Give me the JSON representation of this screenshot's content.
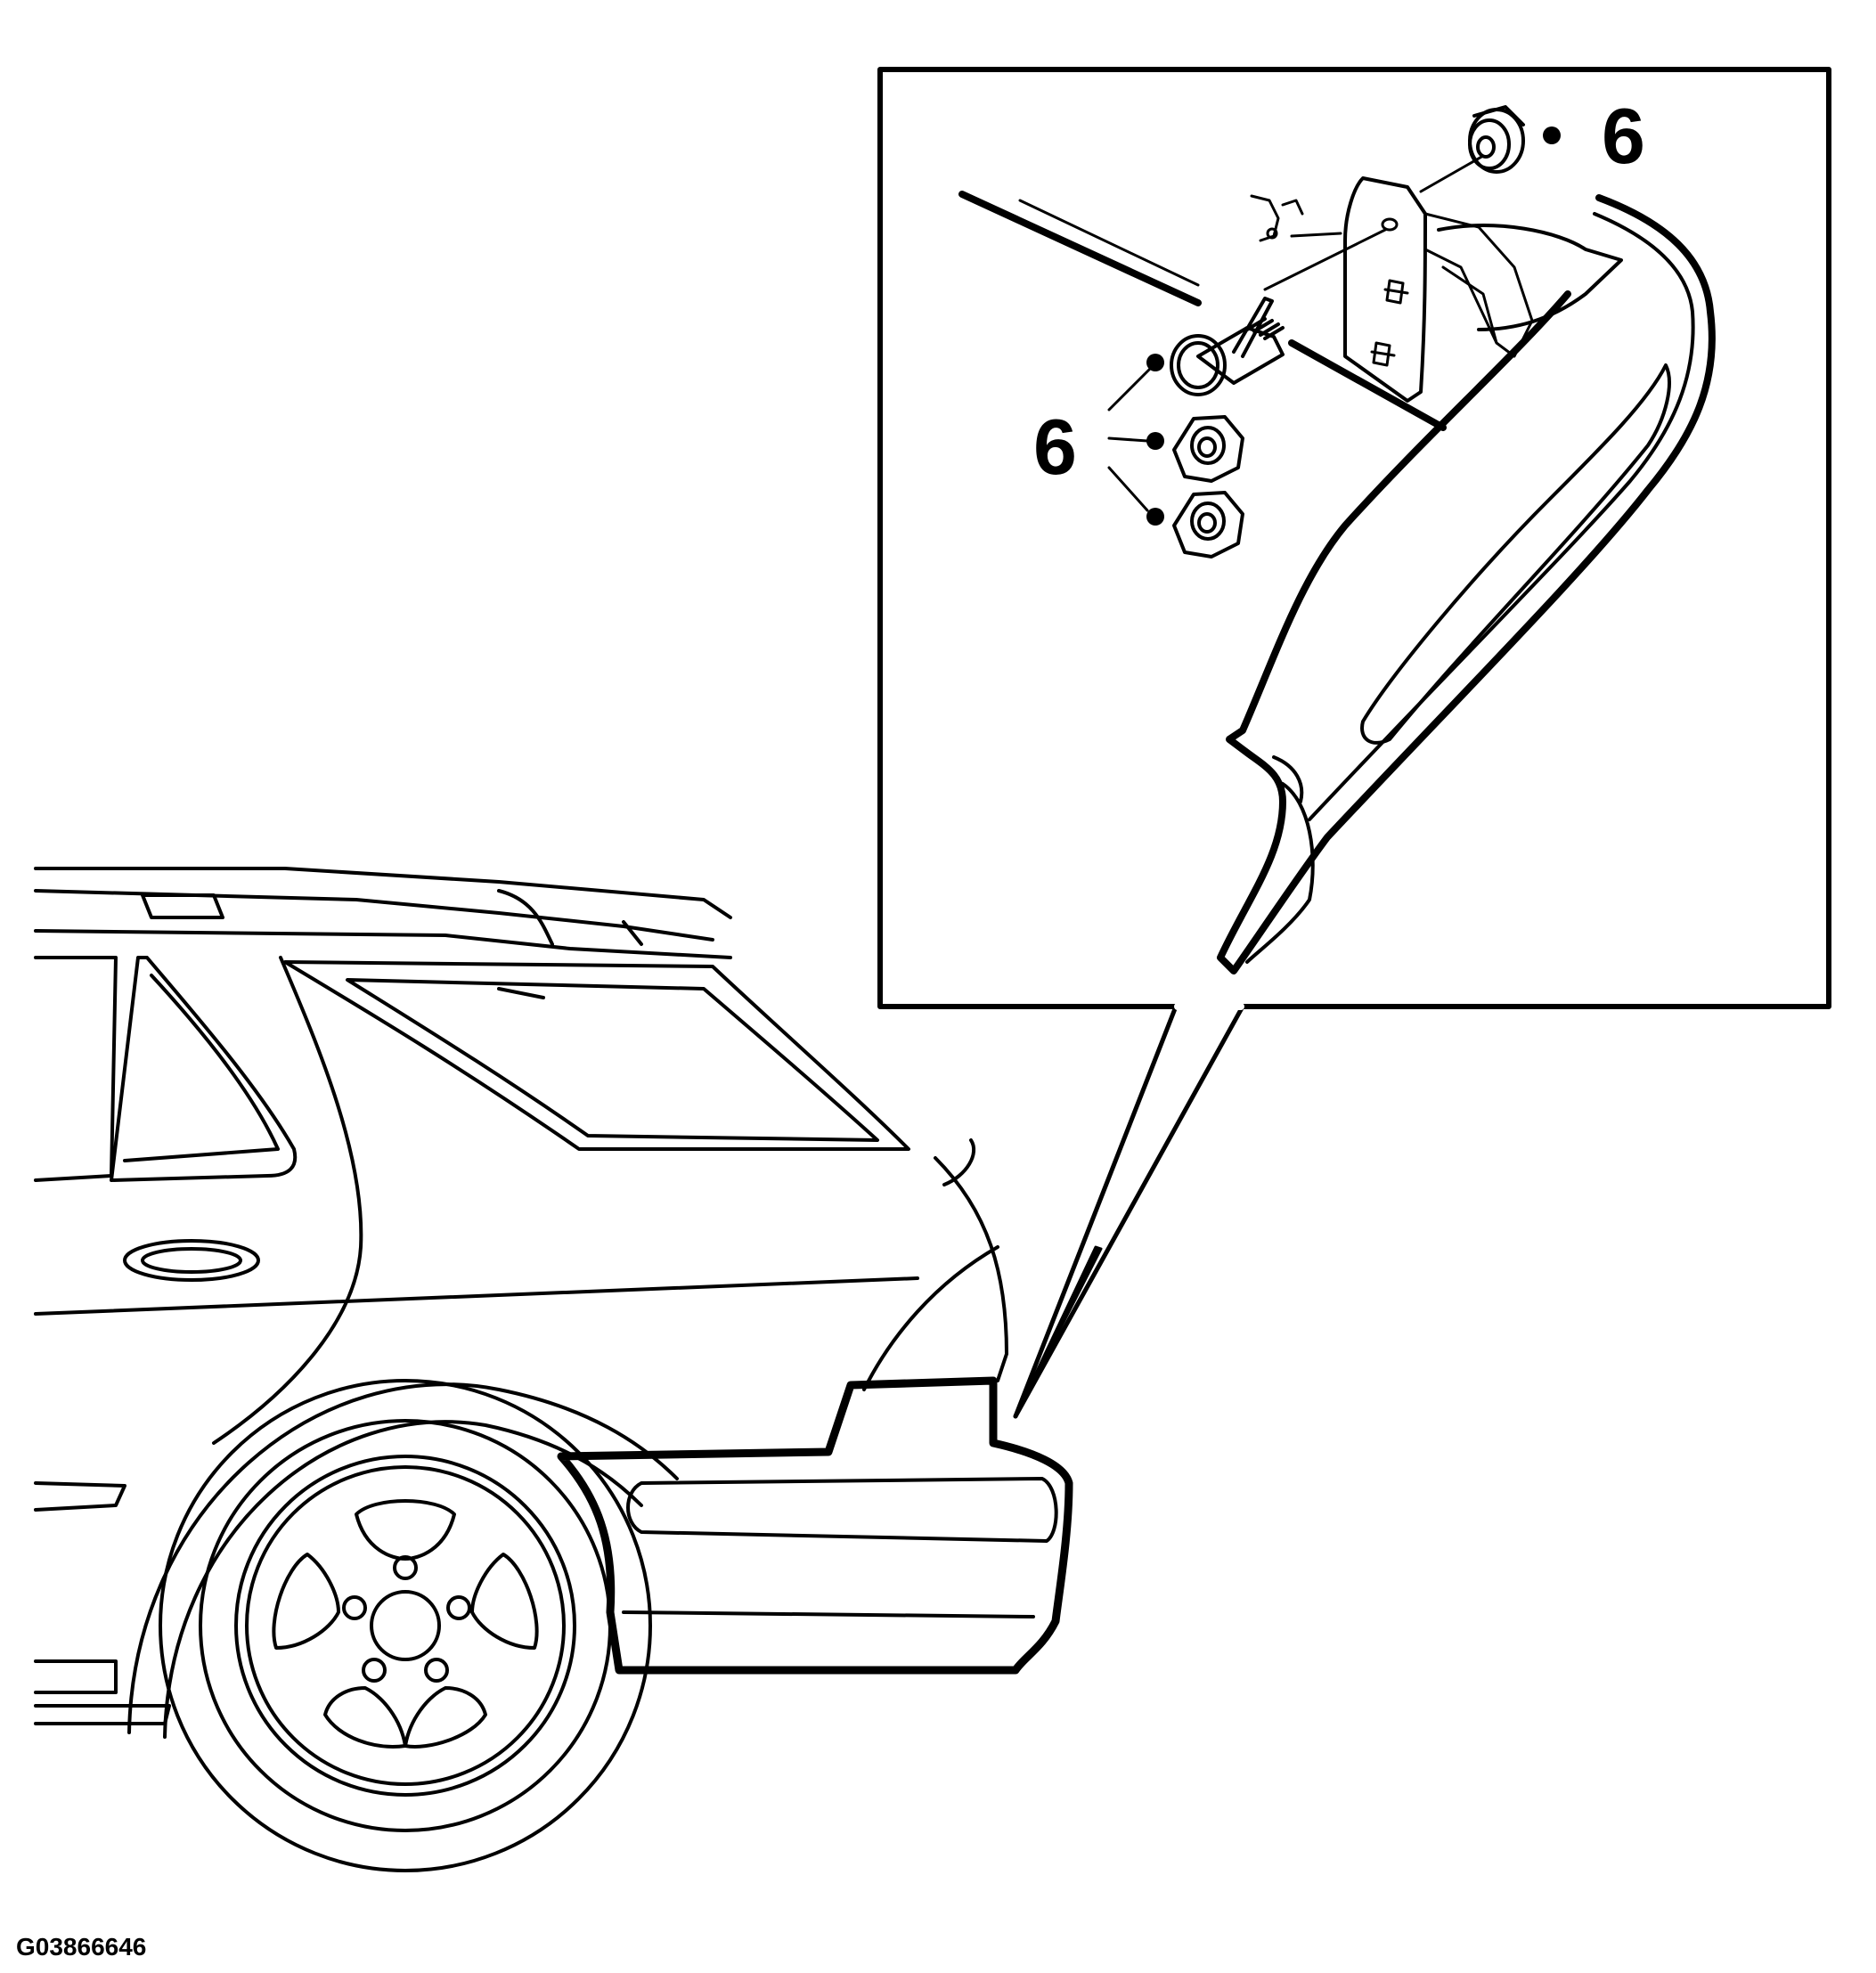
{
  "figure": {
    "id_label": "G03866646"
  },
  "callouts": [
    {
      "number": "6",
      "part": "fastener"
    },
    {
      "number": "6",
      "part": "fastener"
    }
  ],
  "colors": {
    "ink": "#000000",
    "paper": "#ffffff"
  }
}
